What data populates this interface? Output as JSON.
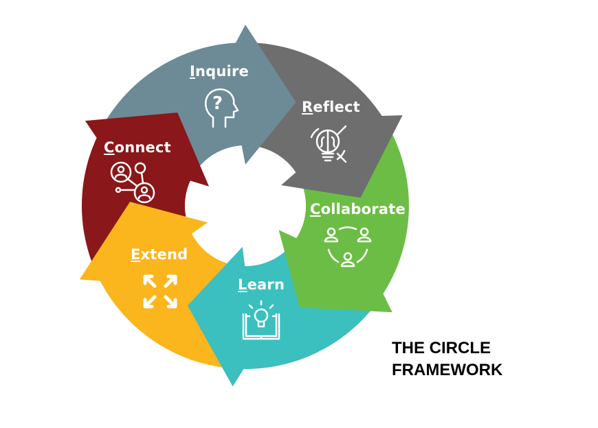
{
  "diagram": {
    "title_lines": [
      "THE CIRCLE",
      "FRAMEWORK"
    ],
    "stages": [
      {
        "label": "Inquire",
        "icon": "head-question-icon",
        "color": "#6c8b97"
      },
      {
        "label": "Reflect",
        "icon": "brain-lightbulb-icon",
        "color": "#6e6e6e"
      },
      {
        "label": "Collaborate",
        "icon": "group-people-icon",
        "color": "#6cbd45"
      },
      {
        "label": "Learn",
        "icon": "lightbulb-book-icon",
        "color": "#3bbfbf"
      },
      {
        "label": "Extend",
        "icon": "expand-arrows-icon",
        "color": "#fbb51d"
      },
      {
        "label": "Connect",
        "icon": "network-people-icon",
        "color": "#8a1719"
      }
    ]
  }
}
